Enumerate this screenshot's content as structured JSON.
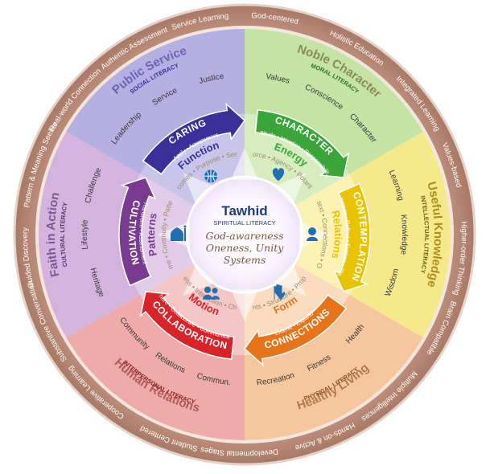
{
  "center": {
    "title": "Tawhid",
    "literacy": "SPIRITUAL LITERACY",
    "lines": [
      "God-awareness",
      "Oneness, Unity",
      "Systems"
    ]
  },
  "outer_ring": [
    "God-centered",
    "Holistic Education",
    "Integrated Learning",
    "Values-based",
    "Higher-order Thinking",
    "Brain Compatible",
    "Multiple Intelligences",
    "Hands-on & Active",
    "Developmental Stages",
    "Student Centered",
    "Cooperative Learning",
    "Substantive Conversation",
    "Guided Discovery",
    "Pattern & Meaning Seeker",
    "Real-world Connection",
    "Authentic Assessment",
    "Service Learning"
  ],
  "domains": [
    {
      "key": "public",
      "title": "Public Service",
      "literacy": "SOCIAL LITERACY",
      "items": [
        "Leadership",
        "Service",
        "Justice"
      ],
      "arrow": "CARING",
      "arrow_sub": "Apply • Assessment",
      "concept": "Function",
      "concept_sub": "Outcomes • Purpose • Service",
      "color": "#3b2f9a"
    },
    {
      "key": "noble",
      "title": "Noble Character",
      "literacy": "MORAL LITERACY",
      "items": [
        "Values",
        "Conscience",
        "Character"
      ],
      "arrow": "CHARACTER",
      "arrow_sub": "Attitude • Intention • Responsibility",
      "concept": "Energy",
      "concept_sub": "Force • Agency • Polarity",
      "color": "#3aa63a"
    },
    {
      "key": "useful",
      "title": "Useful Knowledge",
      "literacy": "INTELLECTUAL LITERACY",
      "items": [
        "Learning",
        "Knowledge",
        "Wisdom"
      ],
      "arrow": "CONTEMPLATION",
      "arrow_sub": "Discover • Reflect • Explore • Plan",
      "concept": "Relations",
      "concept_sub": "Context • Connections • Order",
      "color": "#e8c400"
    },
    {
      "key": "healthy",
      "title": "Healthy Living",
      "literacy": "PHYSICAL LITERACY",
      "items": [
        "Health",
        "Fitness",
        "Recreation"
      ],
      "arrow": "CONNECTIONS",
      "arrow_sub": "Extend • Expand",
      "concept": "Form",
      "concept_sub": "Contents • Structure • Proportion",
      "color": "#e8741a"
    },
    {
      "key": "human",
      "title": "Human Relations",
      "literacy": "INTERPERSONAL LITERACY",
      "items": [
        "Commun.",
        "Relations",
        "Community"
      ],
      "arrow": "COLLABORATION",
      "arrow_sub": "Share • Collaborate • Communicate",
      "concept": "Motion",
      "concept_sub": "Process • Interaction • Change",
      "color": "#d8232a"
    },
    {
      "key": "faith",
      "title": "Faith in Action",
      "literacy": "CULTURAL LITERACY",
      "items": [
        "Heritage",
        "Lifestyle",
        "Challenge"
      ],
      "arrow": "CULTIVATION",
      "arrow_sub": "Transform • Assessment",
      "concept": "Patterns",
      "concept_sub": "Time • Continuity • Pattern",
      "color": "#7a3a8f"
    }
  ],
  "icons": {
    "public": "globe-icon",
    "noble": "heart-icon",
    "useful": "person-icon",
    "healthy": "hand-icon",
    "human": "people-icon",
    "faith": "mosque-icon"
  }
}
